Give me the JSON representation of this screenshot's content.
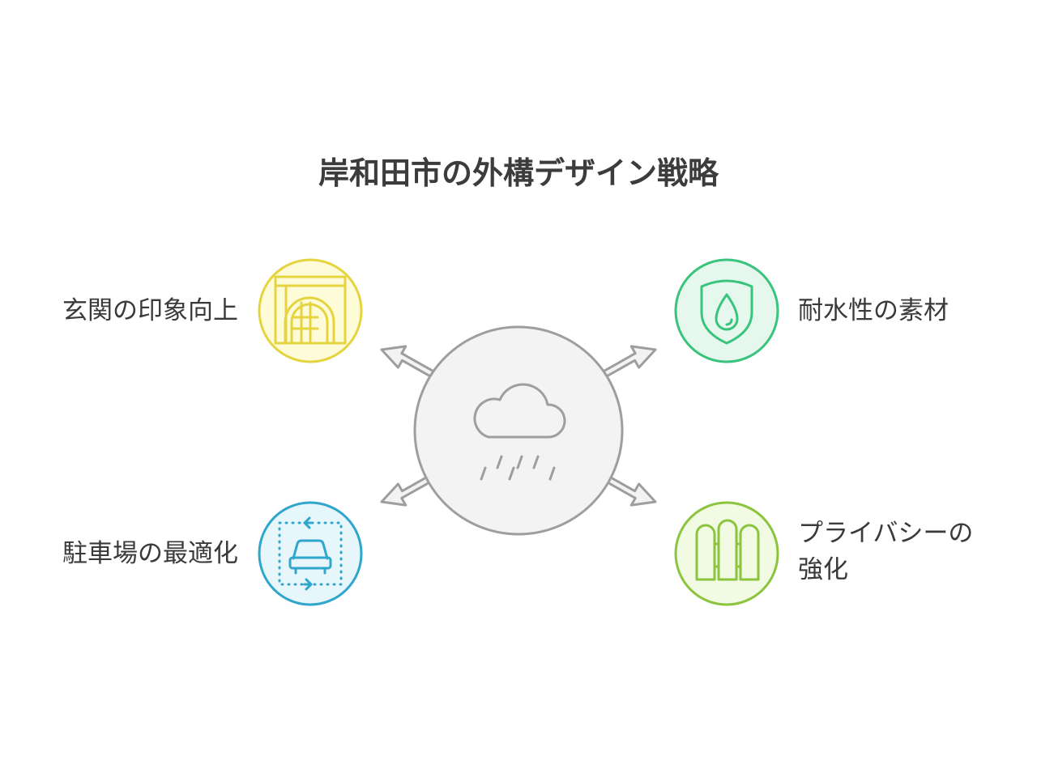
{
  "title": "岸和田市の外構デザイン戦略",
  "colors": {
    "center_fill": "#f3f3f3",
    "center_stroke": "#9e9e9e",
    "arrow_fill": "#f3f3f3",
    "arrow_stroke": "#9e9e9e",
    "yellow_fill": "#fefbd8",
    "yellow_stroke": "#e5d43f",
    "green_fill": "#e6f8ee",
    "green_stroke": "#39c47c",
    "blue_fill": "#e6f6fb",
    "blue_stroke": "#2fa6cc",
    "lime_fill": "#f1fae3",
    "lime_stroke": "#8cc43e"
  },
  "center": {
    "icon": "rain-cloud-icon"
  },
  "nodes": [
    {
      "id": "top-left",
      "label": "玄関の印象向上",
      "icon": "entrance-gate-icon",
      "color": "yellow"
    },
    {
      "id": "top-right",
      "label": "耐水性の素材",
      "icon": "water-drop-shield-icon",
      "color": "green"
    },
    {
      "id": "bottom-left",
      "label": "駐車場の最適化",
      "icon": "car-parking-icon",
      "color": "blue"
    },
    {
      "id": "bottom-right",
      "label_line1": "プライバシーの",
      "label_line2": "強化",
      "icon": "fence-icon",
      "color": "lime"
    }
  ]
}
